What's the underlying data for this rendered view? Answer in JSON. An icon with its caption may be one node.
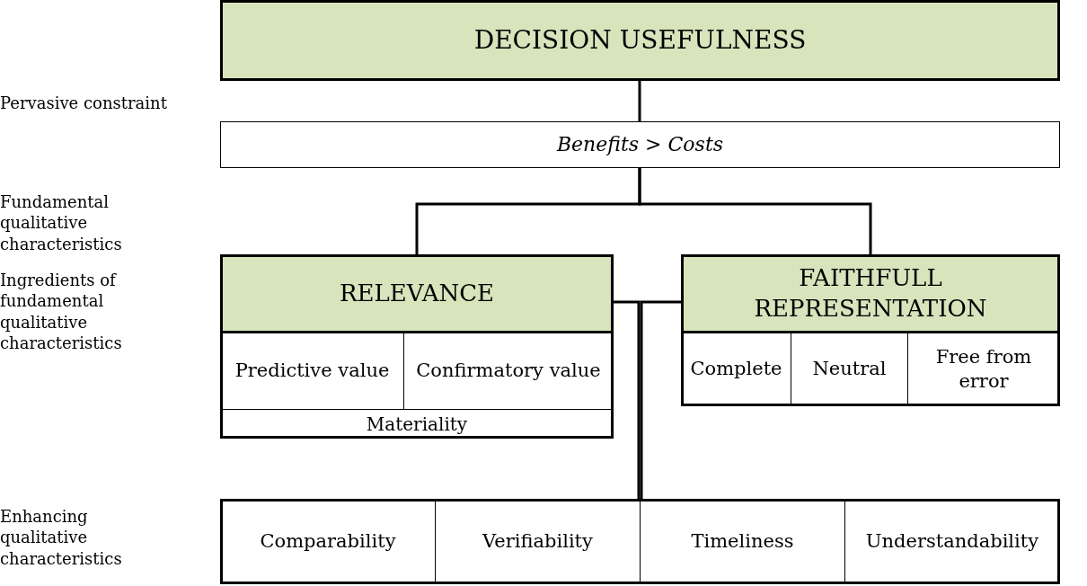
{
  "diagram": {
    "nodes": [
      {
        "text": [
          "DECISION USEFULNESS"
        ]
      },
      {
        "text": [
          "Benefits > Costs"
        ]
      },
      {
        "text": [
          "RELEVANCE"
        ]
      },
      {
        "text": [
          "Predictive value"
        ]
      },
      {
        "text": [
          "Confirmatory value"
        ]
      },
      {
        "text": [
          "Materiality"
        ]
      },
      {
        "text": [
          "FAITHFULL REPRESENTATION"
        ]
      },
      {
        "text": [
          "Complete"
        ]
      },
      {
        "text": [
          "Neutral"
        ]
      },
      {
        "text": [
          "Free from error"
        ]
      },
      {
        "text": [
          "Comparability"
        ]
      },
      {
        "text": [
          "Verifiability"
        ]
      },
      {
        "text": [
          "Timeliness"
        ]
      },
      {
        "text": [
          "Understandability"
        ]
      }
    ],
    "edges": [
      {
        "from": 0,
        "to": 1,
        "arrow": "none"
      },
      {
        "from": 1,
        "to": 2,
        "arrow": "none"
      },
      {
        "from": 1,
        "to": 6,
        "arrow": "none"
      },
      {
        "from": 2,
        "to": 11,
        "arrow": "none"
      },
      {
        "from": 6,
        "to": 12,
        "arrow": "none"
      }
    ],
    "labels": [
      "Pervasive constraint",
      "Fundamental qualitative characteristics",
      "Ingredients of fundamental qualitative characteristics",
      "Enhancing qualitative characteristics"
    ]
  }
}
